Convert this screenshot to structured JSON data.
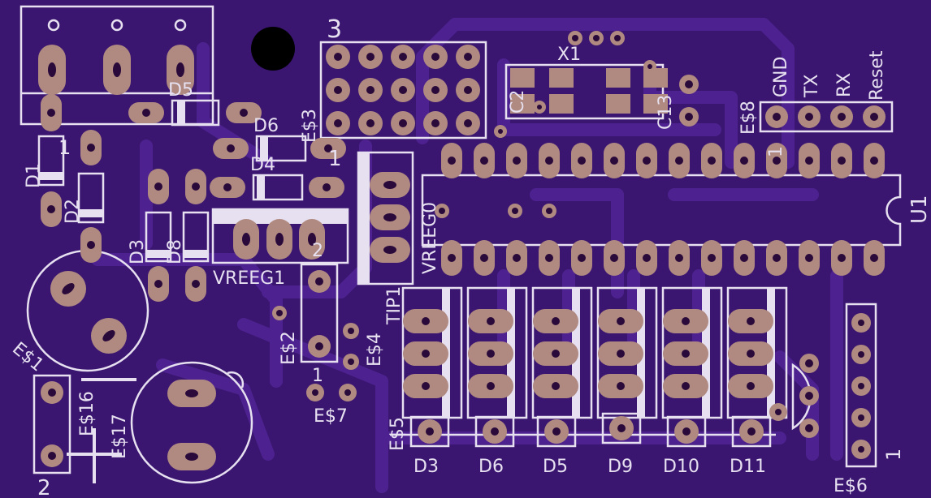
{
  "board": {
    "background": "#3a1670",
    "copper_color": "#b08a80",
    "silk_color": "#e6e0f0",
    "labels": {
      "d1": "D1",
      "d2": "D2",
      "d3_left": "D3",
      "d8": "D8",
      "d4": "D4",
      "d5_top": "D5",
      "d6_top": "D6",
      "x1": "X1",
      "vreg1": "VREEG1",
      "vreg0": "VREEG0",
      "tip1": "TIP1",
      "u1": "U1",
      "c2": "C2",
      "c13": "C13",
      "e3": "E$3",
      "e4": "E$4",
      "e2": "E$2",
      "e1": "E$1",
      "e16": "E$16",
      "e17": "E$17",
      "e7": "E$7",
      "e8": "E$8",
      "e5": "E$5",
      "e6": "E$6",
      "header3": "3",
      "one_a": "1",
      "one_b": "1",
      "one_c": "1",
      "one_d": "1",
      "one_e": "1",
      "two_a": "2",
      "two_b": "2",
      "gnd": "GND",
      "tx": "TX",
      "rx": "RX",
      "reset": "Reset",
      "bottom": [
        "D3",
        "D6",
        "D5",
        "D9",
        "D10",
        "D11"
      ]
    }
  }
}
